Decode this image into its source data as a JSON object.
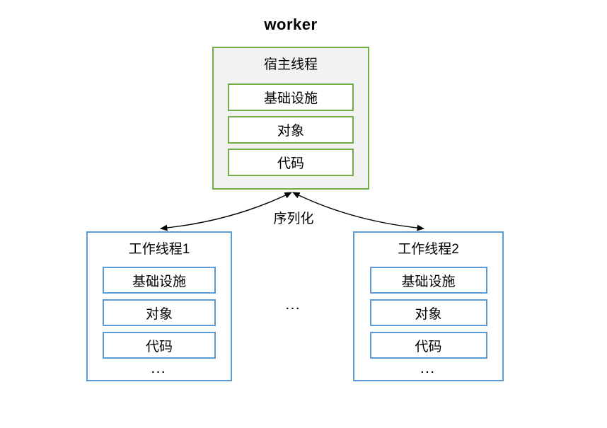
{
  "title": "worker",
  "host": {
    "label": "宿主线程",
    "items": [
      "基础设施",
      "对象",
      "代码"
    ]
  },
  "edge_label": "序列化",
  "workers": [
    {
      "label": "工作线程1",
      "items": [
        "基础设施",
        "对象",
        "代码"
      ],
      "more": "..."
    },
    {
      "label": "工作线程2",
      "items": [
        "基础设施",
        "对象",
        "代码"
      ],
      "more": "..."
    }
  ],
  "middle_ellipsis": "...",
  "colors": {
    "host_border": "#70AD47",
    "host_fill": "#F2F2F2",
    "worker_border": "#5B9BD5",
    "arrow": "#000000",
    "text": "#000000"
  }
}
